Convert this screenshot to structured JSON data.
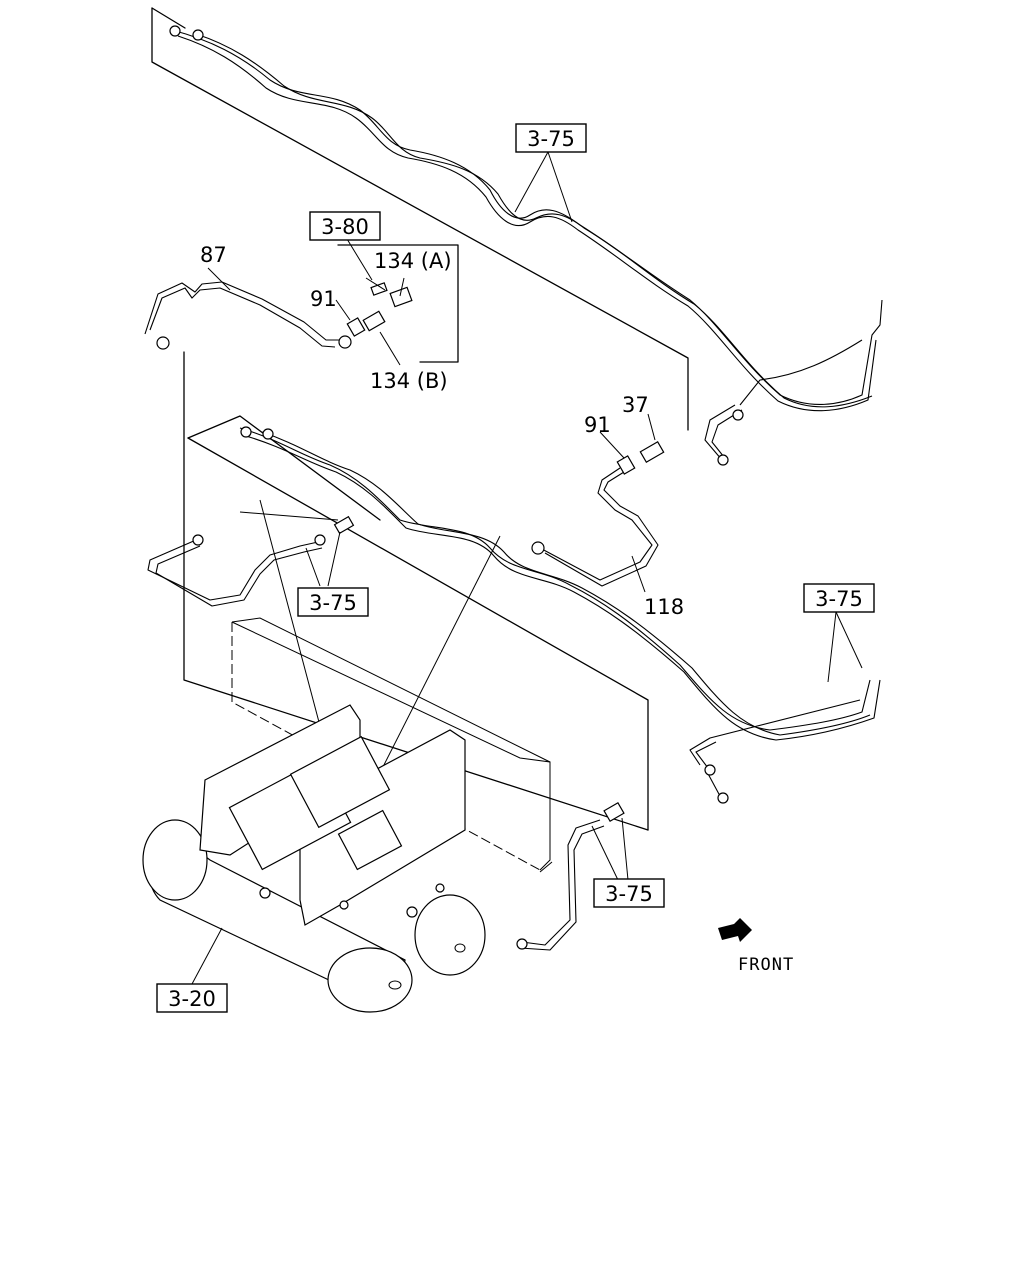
{
  "callouts": {
    "ref_top": "3-75",
    "ref_3_80": "3-80",
    "ref_left": "3-75",
    "ref_right": "3-75",
    "ref_bottom": "3-75",
    "ref_3_20": "3-20"
  },
  "labels": {
    "p87": "87",
    "p91_a": "91",
    "p134a": "134 (A)",
    "p134b": "134 (B)",
    "p37": "37",
    "p91_b": "91",
    "p118": "118"
  },
  "direction": {
    "front": "FRONT",
    "icon": "front-arrow-icon"
  }
}
